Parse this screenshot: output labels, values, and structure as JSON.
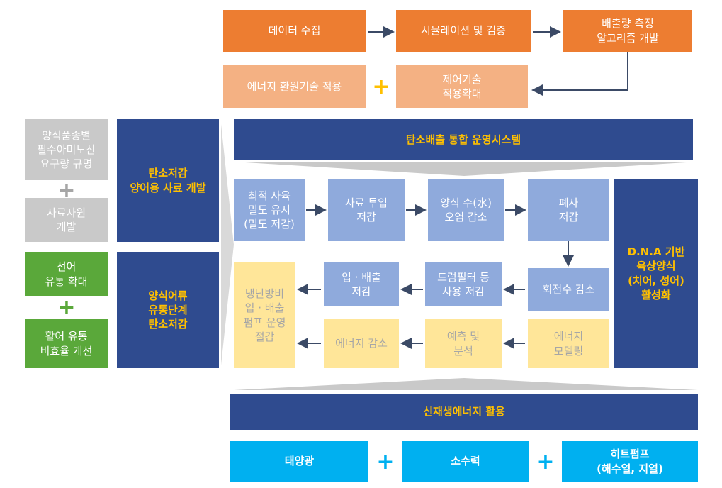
{
  "top": {
    "data_collection": "데이터 수집",
    "simulation": "시뮬레이션 및 검증",
    "emission_algo": "배출량 측정\n알고리즘 개발",
    "energy_reduction_tech": "에너지 환원기술 적용",
    "control_tech": "제어기술\n적용확대"
  },
  "left": {
    "amino": "양식품종별\n필수아미노산\n요구량 규명",
    "feed_resource": "사료자원\n개발",
    "live_fish": "선어\n유통 확대",
    "live_fish_eff": "활어 유통\n비효율 개선",
    "feed_dev": "탄소저감\n양어용 사료 개발",
    "dist_reduction": "양식어류\n유통단계\n탄소저감"
  },
  "center": {
    "integrated_system": "탄소배출 통합 운영시스템",
    "dna": "D.N.A 기반\n육상양식\n(치어, 성어)\n활성화",
    "renewable": "신재생에너지 활용",
    "density": "최적 사육\n밀도 유지\n(밀도 저감)",
    "feed_input": "사료 투입\n저감",
    "water_pollution": "양식 수(水)\n오염 감소",
    "dead_fish": "폐사\n저감",
    "rotation": "회전수 감소",
    "drum_filter": "드럼필터 등\n사용 저감",
    "in_out": "입 · 배출\n저감",
    "cooling_pump": "냉난방비\n입 · 배출\n펌프 운영\n절감",
    "energy_modeling": "에너지\n모델링",
    "prediction": "예측 및\n분석",
    "energy_saving": "에너지 감소"
  },
  "bottom": {
    "solar": "태양광",
    "hydro": "소수력",
    "heatpump": "히트펌프\n(해수열, 지열)"
  },
  "colors": {
    "orange": "#ed7d31",
    "peach": "#f4b183",
    "navy": "#2f4b8f",
    "gold": "#ffc000",
    "light_blue": "#8faadc",
    "yellow": "#ffe699",
    "grey": "#c9c9c9",
    "green": "#5aa83a",
    "cyan": "#00b0f0"
  },
  "icons": {
    "plus": "+",
    "arrow": "arrow-right-icon"
  }
}
